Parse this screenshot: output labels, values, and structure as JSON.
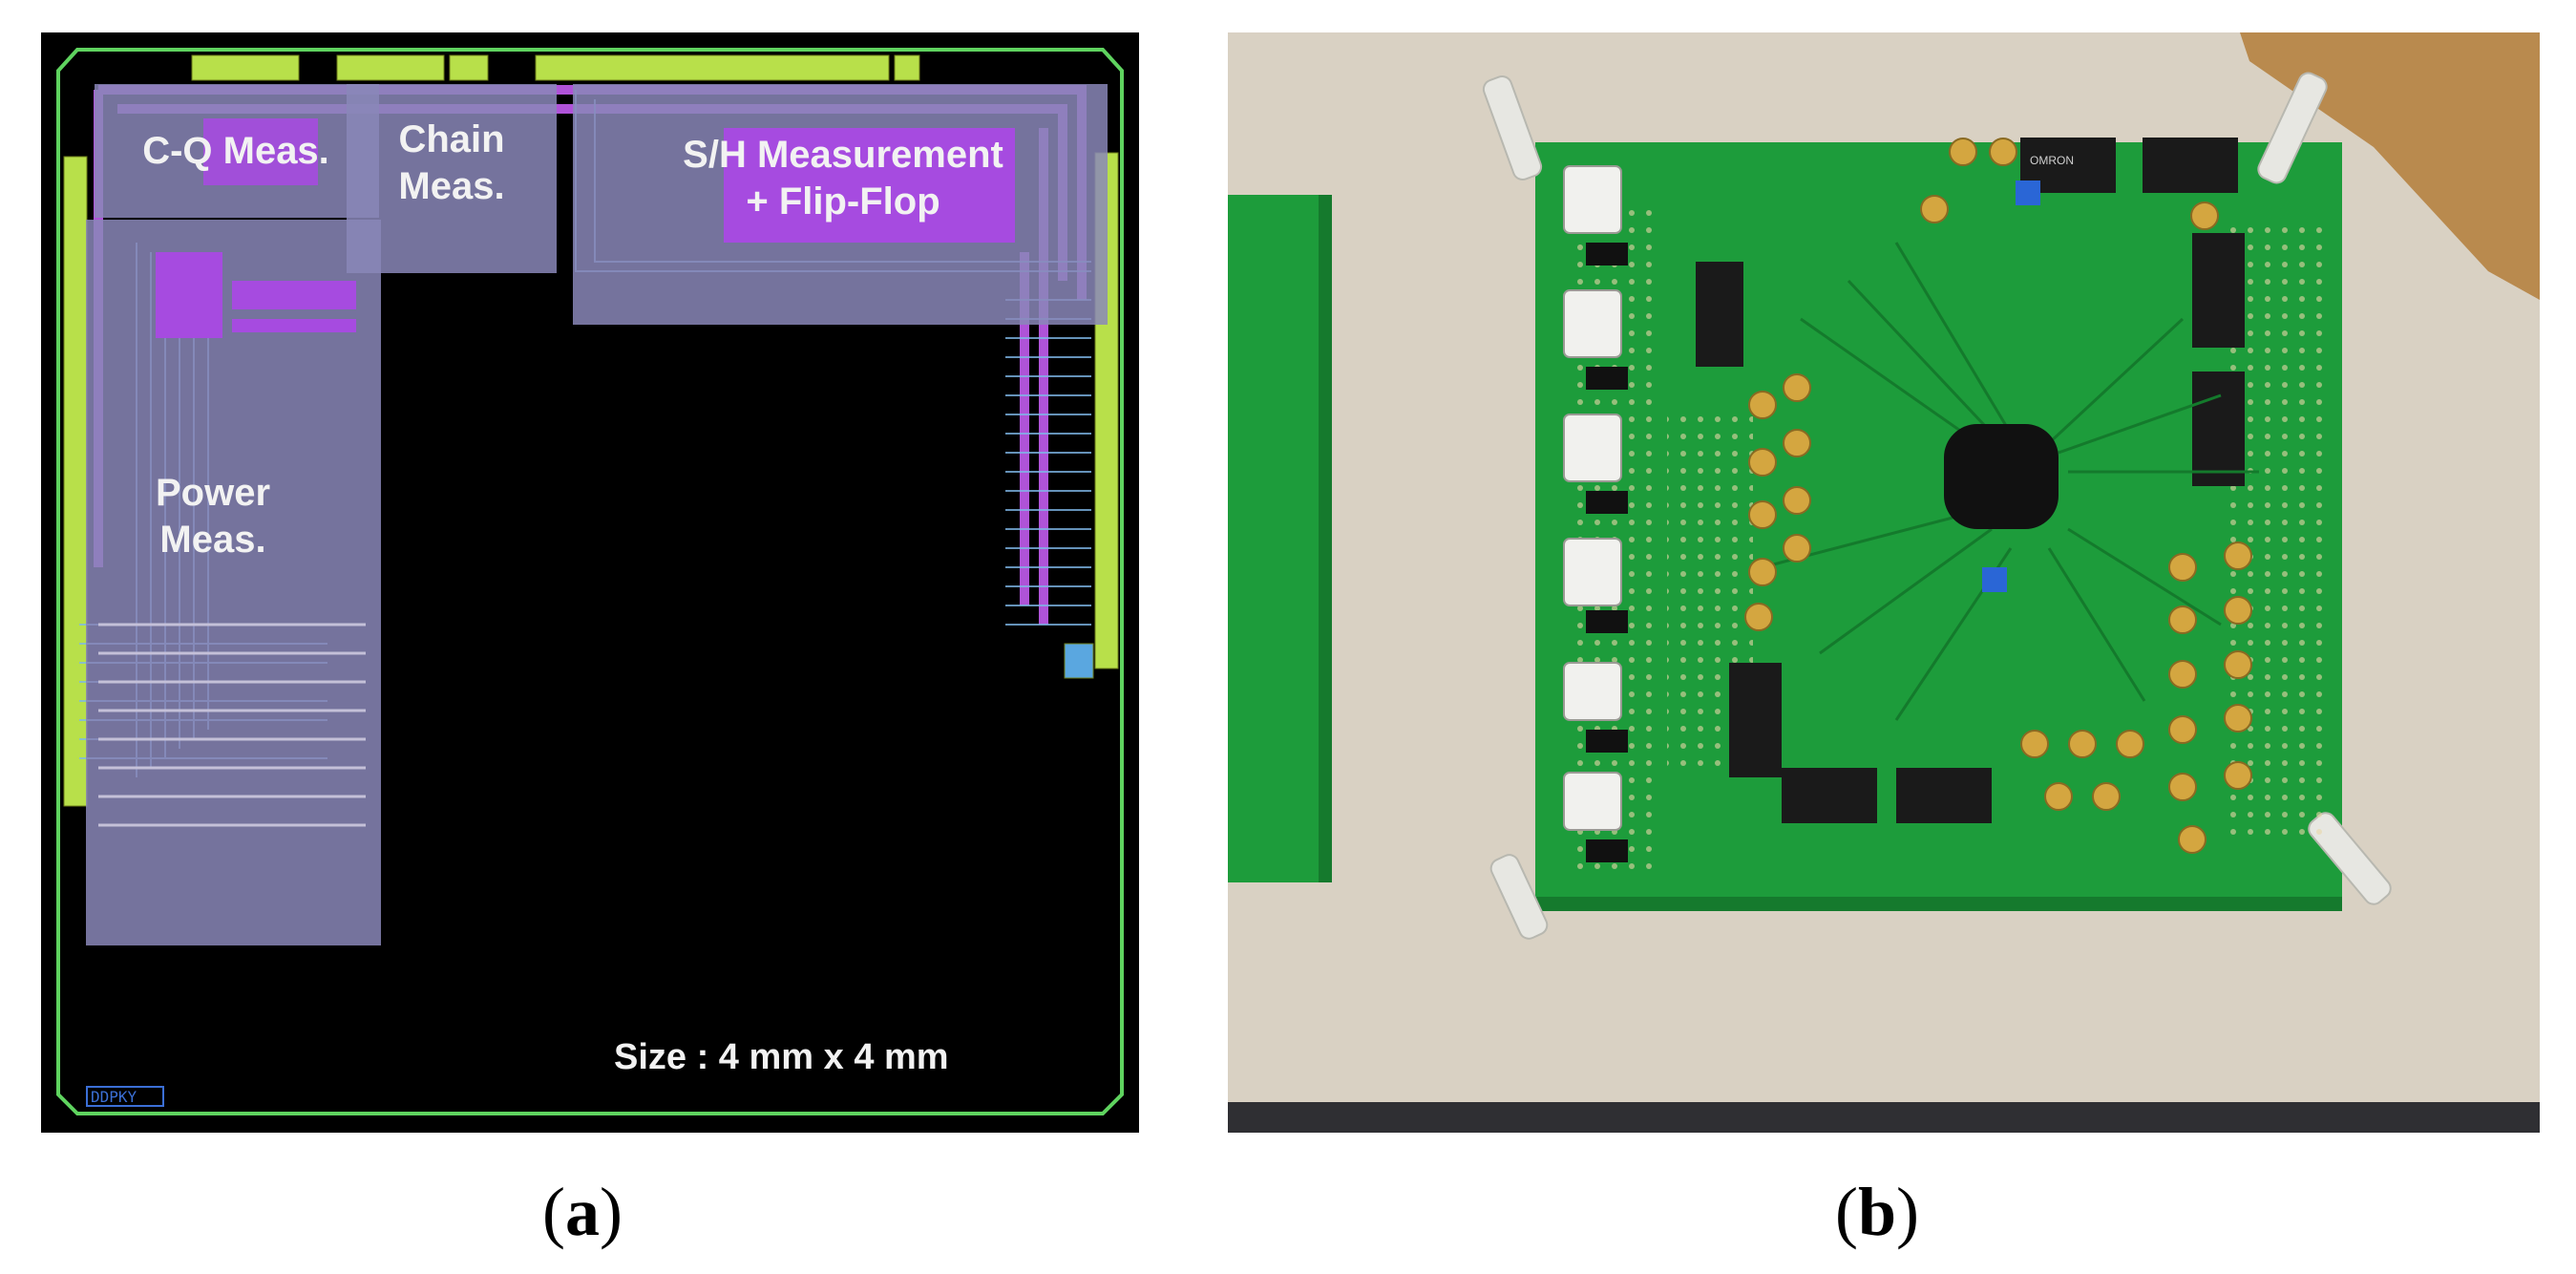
{
  "figure": {
    "panel_a": {
      "caption_letter": "a",
      "blocks": [
        {
          "label": "C-Q Meas."
        },
        {
          "label": "Chain\nMeas."
        },
        {
          "label": "S/H Measurement\n+ Flip-Flop"
        },
        {
          "label": "Power\nMeas."
        }
      ],
      "size_note": "Size : 4 mm x 4 mm",
      "logo_text": "DDPKY",
      "colors": {
        "background": "#000000",
        "border": "#5fd35f",
        "metal": "#c25cf0",
        "block": "#8a87b8",
        "pad": "#b8e04a",
        "wire": "#7fb7e8"
      }
    },
    "panel_b": {
      "caption_letter": "b",
      "ic_marking": "OMRON",
      "colors": {
        "table": "#d9d1c3",
        "pcb": "#1d9c3b",
        "connector": "#d4a640",
        "chip": "#1a1a1a"
      }
    }
  }
}
